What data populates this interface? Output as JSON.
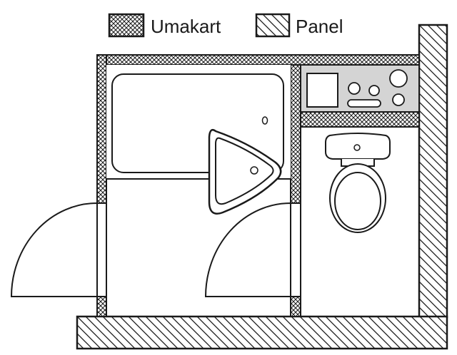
{
  "legend": {
    "items": [
      {
        "key": "umakart",
        "label": "Umakart",
        "pattern": "crosshatch"
      },
      {
        "key": "panel",
        "label": "Panel",
        "pattern": "diagonal-hatch"
      }
    ]
  },
  "colors": {
    "stroke": "#1a1a1a",
    "counter_fill": "#d4d4d4",
    "background": "#ffffff"
  }
}
